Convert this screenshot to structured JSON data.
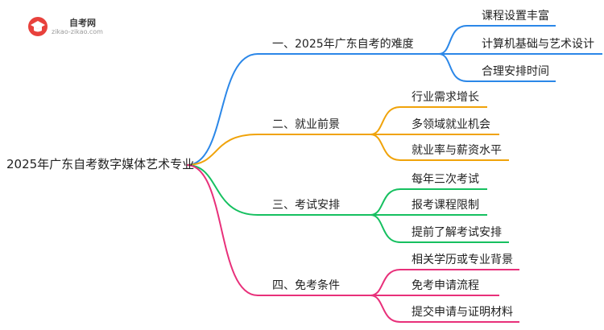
{
  "watermark": {
    "name": "自考网",
    "url": "zikao-zikao.com"
  },
  "root": {
    "label": "2025年广东自考数字媒体艺术专业"
  },
  "branches": [
    {
      "label": "一、2025年广东自考的难度",
      "color": "#2b87e8",
      "children": [
        "课程设置丰富",
        "计算机基础与艺术设计",
        "合理安排时间"
      ]
    },
    {
      "label": "二、就业前景",
      "color": "#f0a30a",
      "children": [
        "行业需求增长",
        "多领域就业机会",
        "就业率与薪资水平"
      ]
    },
    {
      "label": "三、考试安排",
      "color": "#16c060",
      "children": [
        "每年三次考试",
        "报考课程限制",
        "提前了解考试安排"
      ]
    },
    {
      "label": "四、免考条件",
      "color": "#e8307a",
      "children": [
        "相关学历或专业背景",
        "免考申请流程",
        "提交申请与证明材料"
      ]
    }
  ]
}
